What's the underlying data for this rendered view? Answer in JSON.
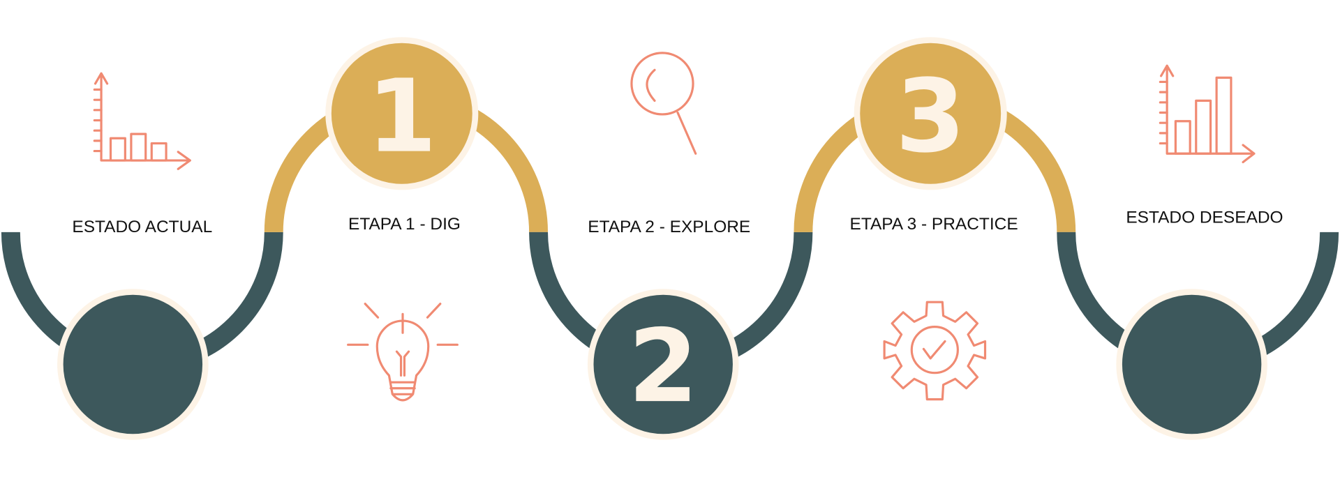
{
  "colors": {
    "dark": "#3d585c",
    "gold": "#dbae57",
    "cream": "#fdf3e6",
    "icon": "#f08a72"
  },
  "stages": [
    {
      "label": "ESTADO ACTUAL",
      "number": "",
      "icon": "bar-chart-low-icon"
    },
    {
      "label": "ETAPA 1 - DIG",
      "number": "1",
      "icon": "lightbulb-icon"
    },
    {
      "label": "ETAPA 2 - EXPLORE",
      "number": "2",
      "icon": "magnifier-icon"
    },
    {
      "label": "ETAPA 3 - PRACTICE",
      "number": "3",
      "icon": "gear-check-icon"
    },
    {
      "label": "ESTADO DESEADO",
      "number": "",
      "icon": "bar-chart-high-icon"
    }
  ]
}
